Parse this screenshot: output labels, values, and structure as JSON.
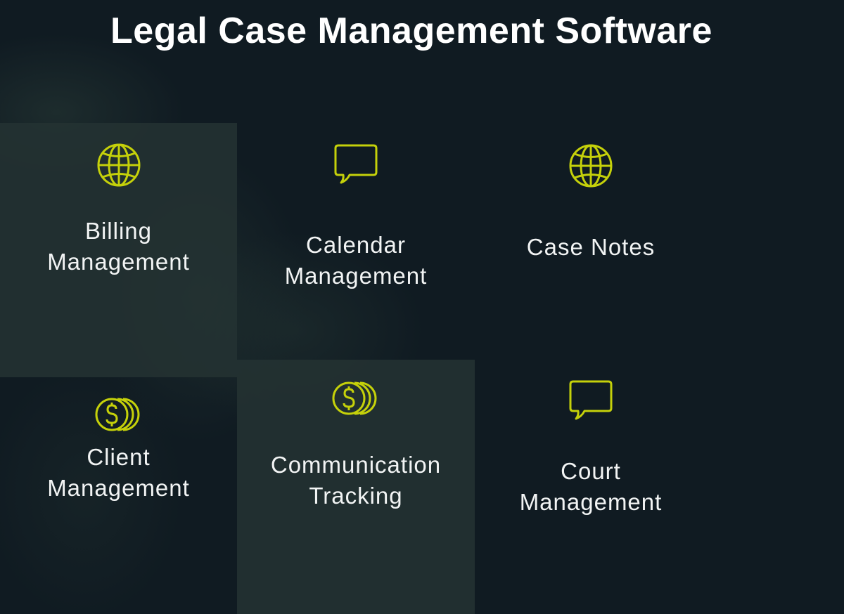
{
  "title": "Legal Case Management Software",
  "accent_color": "#c5d10a",
  "features": [
    {
      "label": "Billing\nManagement",
      "icon": "globe-icon"
    },
    {
      "label": "Calendar\nManagement",
      "icon": "speech-bubble-icon"
    },
    {
      "label": "Case Notes",
      "icon": "globe-icon"
    },
    {
      "label": "Client\nManagement",
      "icon": "coins-icon"
    },
    {
      "label": "Communication\nTracking",
      "icon": "coins-icon"
    },
    {
      "label": "Court\nManagement",
      "icon": "speech-bubble-icon"
    }
  ]
}
